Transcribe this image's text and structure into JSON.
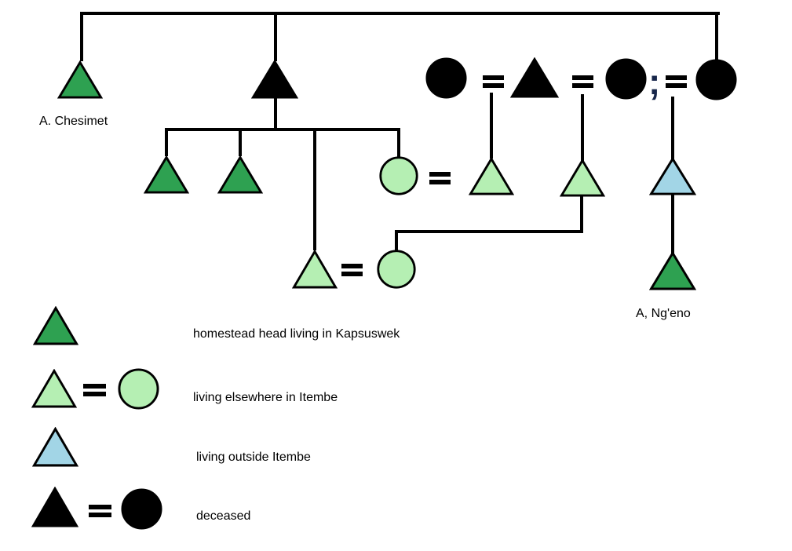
{
  "labels": {
    "chesimet": "A. Chesimet",
    "ngeno": "A, Ng'eno",
    "separator": ";"
  },
  "colors": {
    "kapsuswek_green": "#2EA151",
    "itembe_lightgreen": "#B5EFB3",
    "outside_blue": "#A2D5E6",
    "deceased_black": "#000000",
    "line": "#000000",
    "background": "#FFFFFF"
  },
  "legend": {
    "items": [
      {
        "symbol": "green-triangle",
        "label": "homestead head living in Kapsuswek"
      },
      {
        "symbol": "lightgreen-triangle-equals-lightgreen-circle",
        "label": "living elsewhere in Itembe"
      },
      {
        "symbol": "blue-triangle",
        "label": "living outside Itembe"
      },
      {
        "symbol": "black-triangle-equals-black-circle",
        "label": "deceased"
      }
    ]
  },
  "diagram": {
    "type": "kinship-genealogy-chart",
    "persons": [
      {
        "id": "a-chesimet",
        "shape": "triangle",
        "status": "homestead head living in Kapsuswek",
        "label": "A. Chesimet"
      },
      {
        "id": "deceased-father",
        "shape": "triangle",
        "status": "deceased"
      },
      {
        "id": "deceased-wife-1",
        "shape": "circle",
        "status": "deceased"
      },
      {
        "id": "deceased-husband",
        "shape": "triangle",
        "status": "deceased"
      },
      {
        "id": "deceased-wife-2",
        "shape": "circle",
        "status": "deceased"
      },
      {
        "id": "deceased-wife-3",
        "shape": "circle",
        "status": "deceased"
      },
      {
        "id": "son-kapsuswek-1",
        "shape": "triangle",
        "status": "homestead head living in Kapsuswek"
      },
      {
        "id": "son-kapsuswek-2",
        "shape": "triangle",
        "status": "homestead head living in Kapsuswek"
      },
      {
        "id": "daughter-itembe",
        "shape": "circle",
        "status": "living elsewhere in Itembe"
      },
      {
        "id": "husband-itembe",
        "shape": "triangle",
        "status": "living elsewhere in Itembe"
      },
      {
        "id": "son-itembe-2",
        "shape": "triangle",
        "status": "living elsewhere in Itembe"
      },
      {
        "id": "son-outside-itembe",
        "shape": "triangle",
        "status": "living outside Itembe"
      },
      {
        "id": "son-itembe-3",
        "shape": "triangle",
        "status": "living elsewhere in Itembe"
      },
      {
        "id": "wife-itembe",
        "shape": "circle",
        "status": "living elsewhere in Itembe"
      },
      {
        "id": "a-ngeno",
        "shape": "triangle",
        "status": "homestead head living in Kapsuswek",
        "label": "A, Ng'eno"
      }
    ]
  }
}
